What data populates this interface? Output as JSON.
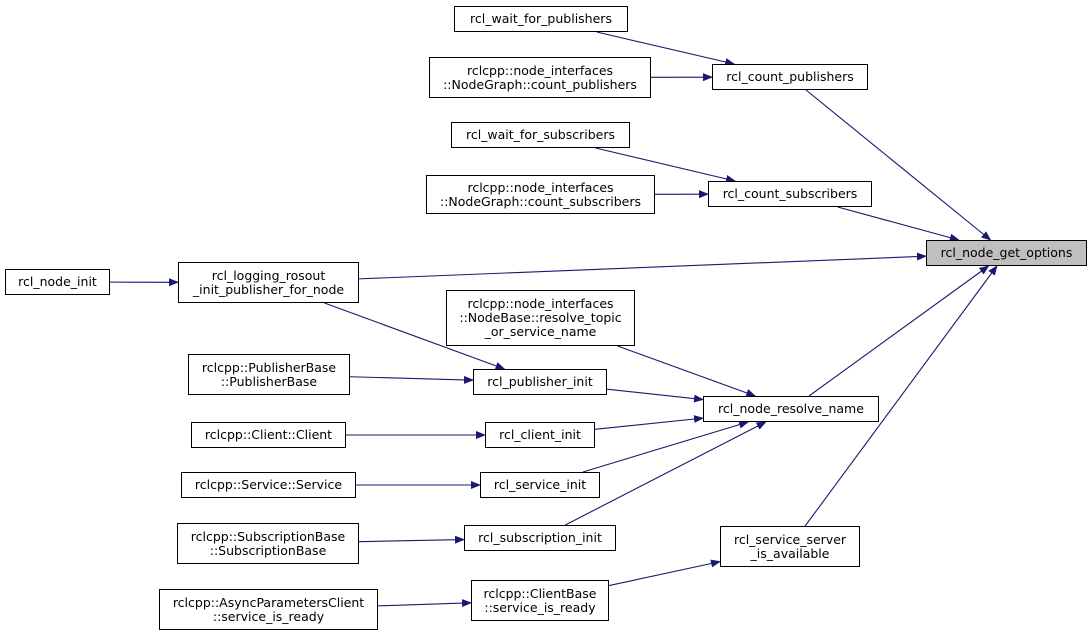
{
  "colors": {
    "edge": "#191970",
    "focus_fill": "#bfbfbf",
    "node_border": "#000000"
  },
  "nodes": {
    "rcl_node_get_options": {
      "lines": [
        "rcl_node_get_options"
      ],
      "focus": true
    },
    "rcl_count_publishers": {
      "lines": [
        "rcl_count_publishers"
      ]
    },
    "rcl_wait_for_publishers": {
      "lines": [
        "rcl_wait_for_publishers"
      ]
    },
    "nodegraph_count_publishers": {
      "lines": [
        "rclcpp::node_interfaces",
        "::NodeGraph::count_publishers"
      ]
    },
    "rcl_wait_for_subscribers": {
      "lines": [
        "rcl_wait_for_subscribers"
      ]
    },
    "rcl_count_subscribers": {
      "lines": [
        "rcl_count_subscribers"
      ]
    },
    "nodegraph_count_subscribers": {
      "lines": [
        "rclcpp::node_interfaces",
        "::NodeGraph::count_subscribers"
      ]
    },
    "rcl_node_init": {
      "lines": [
        "rcl_node_init"
      ]
    },
    "rcl_logging_rosout": {
      "lines": [
        "rcl_logging_rosout",
        "_init_publisher_for_node"
      ]
    },
    "nodebase_resolve": {
      "lines": [
        "rclcpp::node_interfaces",
        "::NodeBase::resolve_topic",
        "_or_service_name"
      ]
    },
    "publisherbase": {
      "lines": [
        "rclcpp::PublisherBase",
        "::PublisherBase"
      ]
    },
    "rcl_publisher_init": {
      "lines": [
        "rcl_publisher_init"
      ]
    },
    "rcl_node_resolve_name": {
      "lines": [
        "rcl_node_resolve_name"
      ]
    },
    "client_client": {
      "lines": [
        "rclcpp::Client::Client"
      ]
    },
    "rcl_client_init": {
      "lines": [
        "rcl_client_init"
      ]
    },
    "service_service": {
      "lines": [
        "rclcpp::Service::Service"
      ]
    },
    "rcl_service_init": {
      "lines": [
        "rcl_service_init"
      ]
    },
    "subscriptionbase": {
      "lines": [
        "rclcpp::SubscriptionBase",
        "::SubscriptionBase"
      ]
    },
    "rcl_subscription_init": {
      "lines": [
        "rcl_subscription_init"
      ]
    },
    "rcl_service_server_is_available": {
      "lines": [
        "rcl_service_server",
        "_is_available"
      ]
    },
    "clientbase_service_is_ready": {
      "lines": [
        "rclcpp::ClientBase",
        "::service_is_ready"
      ]
    },
    "asyncparams_service_is_ready": {
      "lines": [
        "rclcpp::AsyncParametersClient",
        "::service_is_ready"
      ]
    }
  },
  "edges": [
    [
      "rcl_wait_for_publishers",
      "rcl_count_publishers"
    ],
    [
      "nodegraph_count_publishers",
      "rcl_count_publishers"
    ],
    [
      "rcl_count_publishers",
      "rcl_node_get_options"
    ],
    [
      "rcl_wait_for_subscribers",
      "rcl_count_subscribers"
    ],
    [
      "nodegraph_count_subscribers",
      "rcl_count_subscribers"
    ],
    [
      "rcl_count_subscribers",
      "rcl_node_get_options"
    ],
    [
      "rcl_node_init",
      "rcl_logging_rosout"
    ],
    [
      "rcl_logging_rosout",
      "rcl_node_get_options"
    ],
    [
      "rcl_logging_rosout",
      "rcl_publisher_init"
    ],
    [
      "nodebase_resolve",
      "rcl_node_resolve_name"
    ],
    [
      "publisherbase",
      "rcl_publisher_init"
    ],
    [
      "rcl_publisher_init",
      "rcl_node_resolve_name"
    ],
    [
      "client_client",
      "rcl_client_init"
    ],
    [
      "rcl_client_init",
      "rcl_node_resolve_name"
    ],
    [
      "service_service",
      "rcl_service_init"
    ],
    [
      "rcl_service_init",
      "rcl_node_resolve_name"
    ],
    [
      "subscriptionbase",
      "rcl_subscription_init"
    ],
    [
      "rcl_subscription_init",
      "rcl_node_resolve_name"
    ],
    [
      "rcl_node_resolve_name",
      "rcl_node_get_options"
    ],
    [
      "rcl_service_server_is_available",
      "rcl_node_get_options"
    ],
    [
      "clientbase_service_is_ready",
      "rcl_service_server_is_available"
    ],
    [
      "asyncparams_service_is_ready",
      "clientbase_service_is_ready"
    ]
  ]
}
